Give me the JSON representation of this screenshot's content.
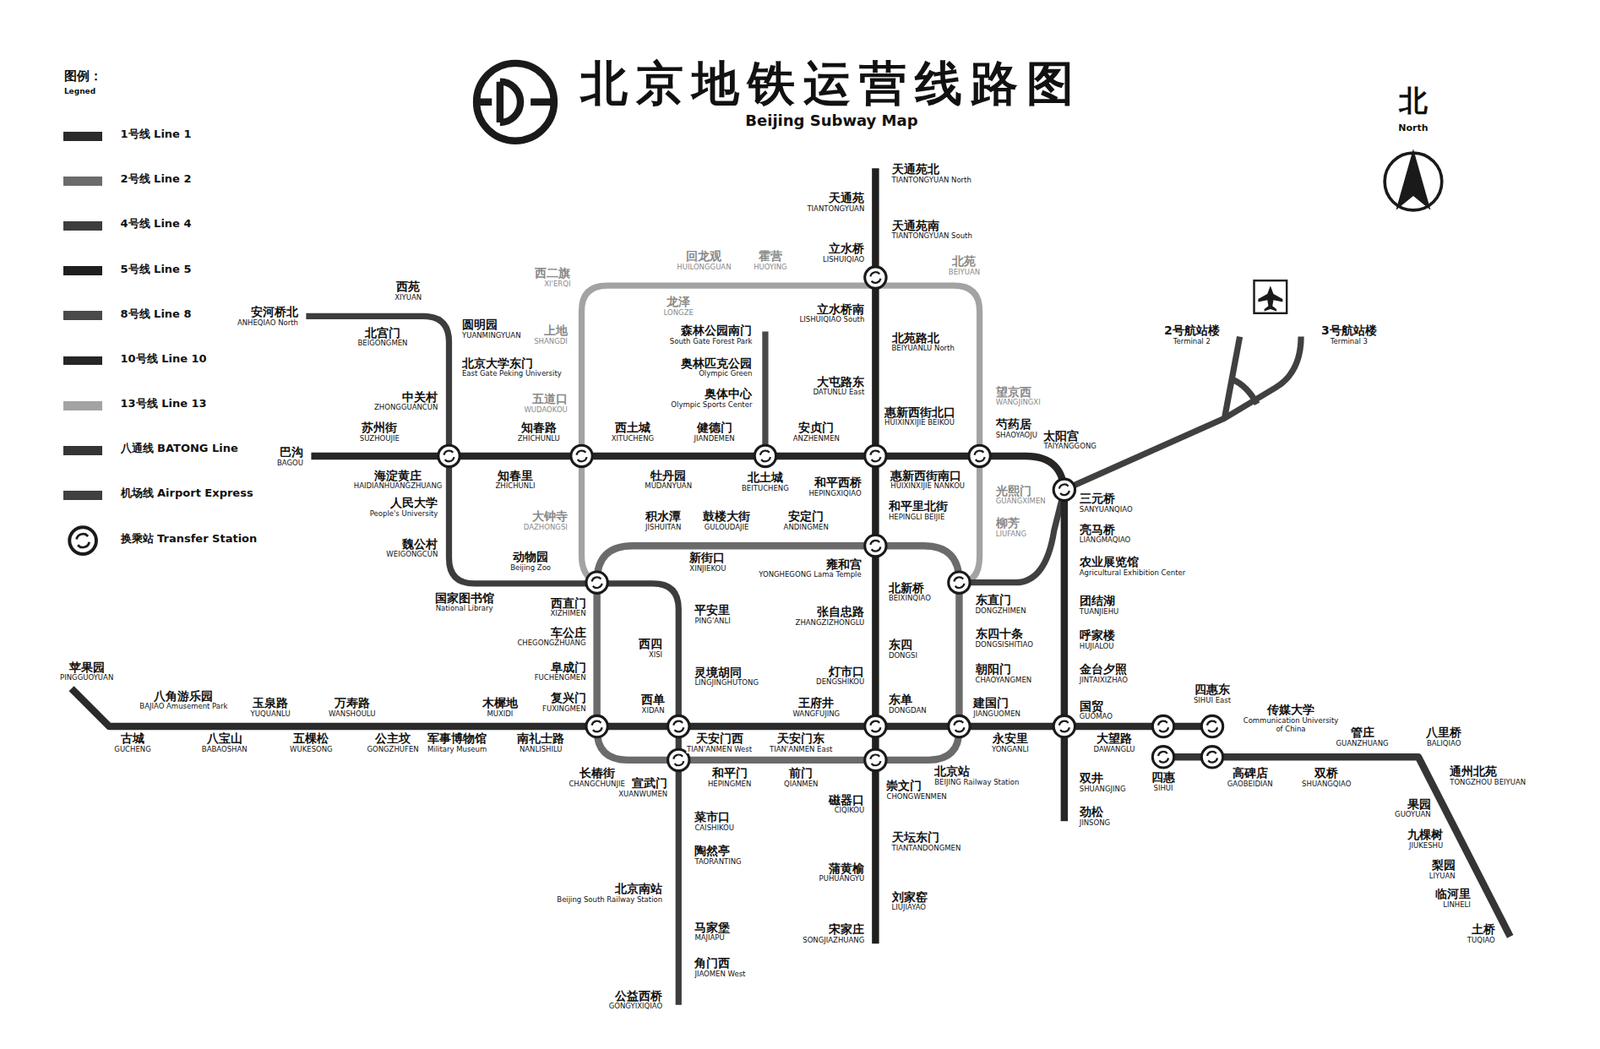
{
  "diagram": {
    "title": "北京地铁运营线路图",
    "labels": [
      "图例：",
      "Legned",
      "Beijing Subway Map",
      "北",
      "North",
      "天通苑北",
      "TIANTONGYUAN North",
      "天通苑",
      "TIANTONGYUAN",
      "天通苑南",
      "TIANTONGYUAN South",
      "立水桥",
      "LISHUIQIAO",
      "立水桥南",
      "LISHUIQIAO South",
      "北苑路北",
      "BEIYUANLU North",
      "大屯路东",
      "DATUNLU East",
      "惠新西街北口",
      "HUIXINXIJIE BEIKOU",
      "惠新西街南口",
      "HUIXINXIJIE NANKOU",
      "和平西桥",
      "HEPINGXIQIAO",
      "和平里北街",
      "HEPINGLI BEIJIE",
      "雍和宫",
      "YONGHEGONG Lama Temple",
      "北新桥",
      "BEIXINQIAO",
      "张自忠路",
      "ZHANGZIZHONGLU",
      "东四",
      "DONGSI",
      "灯市口",
      "DENGSHIKOU",
      "东单",
      "DONGDAN",
      "崇文门",
      "CHONGWENMEN",
      "磁器口",
      "CIQIKOU",
      "天坛东门",
      "TIANTANDONGMEN",
      "蒲黄榆",
      "PUHUANGYU",
      "刘家窑",
      "LIUJIAYAO",
      "宋家庄",
      "SONGJIAZHUANG",
      "积水潭",
      "JISHUITAN",
      "鼓楼大街",
      "GULOUDAJIE",
      "安定门",
      "ANDINGMEN",
      "东直门",
      "DONGZHIMEN",
      "东四十条",
      "DONGSISHITIAO",
      "朝阳门",
      "CHAOYANGMEN",
      "建国门",
      "JIANGUOMEN",
      "北京站",
      "BEIJING Railway Station",
      "前门",
      "QIANMEN",
      "和平门",
      "HEPINGMEN",
      "长椿街",
      "CHANGCHUNJIE",
      "阜成门",
      "FUCHENGMEN",
      "车公庄",
      "CHEGONGZHUANG",
      "西直门",
      "XIZHIMEN",
      "复兴门",
      "FUXINGMEN",
      "苹果园",
      "PINGGUOYUAN",
      "古城",
      "GUCHENG",
      "八角游乐园",
      "BAJIAO Amusement Park",
      "八宝山",
      "BABAOSHAN",
      "玉泉路",
      "YUQUANLU",
      "五棵松",
      "WUKESONG",
      "万寿路",
      "WANSHOULU",
      "公主坟",
      "GONGZHUFEN",
      "军事博物馆",
      "Military Museum",
      "木樨地",
      "MUXIDI",
      "南礼士路",
      "NANLISHILU",
      "西单",
      "XIDAN",
      "天安门西",
      "TIAN'ANMEN West",
      "天安门东",
      "TIAN'ANMEN East",
      "王府井",
      "WANGFUJING",
      "永安里",
      "YONGANLI",
      "国贸",
      "GUOMAO",
      "大望路",
      "DAWANGLU",
      "四惠",
      "SIHUI",
      "四惠东",
      "SIHUI East",
      "传媒大学",
      "Communication University of China",
      "管庄",
      "GUANZHUANG",
      "八里桥",
      "BALIQIAO",
      "高碑店",
      "GAOBEIDIAN",
      "双桥",
      "SHUANGQIAO",
      "通州北苑",
      "TONGZHOU BEIYUAN",
      "果园",
      "GUOYUAN",
      "九棵树",
      "JIUKESHU",
      "梨园",
      "LIYUAN",
      "临河里",
      "LINHELI",
      "土桥",
      "TUQIAO",
      "巴沟",
      "BAGOU",
      "苏州街",
      "SUZHOUJIE",
      "海淀黄庄",
      "HAIDIANHUANGZHUANG",
      "中关村",
      "ZHONGGUANCUN",
      "知春里",
      "ZHICHUNLI",
      "知春路",
      "ZHICHUNLU",
      "西土城",
      "XITUCHENG",
      "牡丹园",
      "MUDANYUAN",
      "健德门",
      "JIANDEMEN",
      "北土城",
      "BEITUCHENG",
      "安贞门",
      "ANZHENMEN",
      "芍药居",
      "SHAOYAOJU",
      "太阳宫",
      "TAIYANGGONG",
      "三元桥",
      "SANYUANQIAO",
      "亮马桥",
      "LIANGMAQIAO",
      "农业展览馆",
      "Agricultural Exhibition Center",
      "团结湖",
      "TUANJIEHU",
      "呼家楼",
      "HUJIALOU",
      "金台夕照",
      "JINTAIXIZHAO",
      "双井",
      "SHUANGJING",
      "劲松",
      "JINSONG",
      "安河桥北",
      "ANHEQIAO North",
      "西苑",
      "XIYUAN",
      "北宫门",
      "BEIGONGMEN",
      "圆明园",
      "YUANMINGYUAN",
      "北京大学东门",
      "East Gate Peking University",
      "人民大学",
      "People's University",
      "魏公村",
      "WEIGONGCUN",
      "国家图书馆",
      "National Library",
      "动物园",
      "Beijing Zoo",
      "新街口",
      "XINJIEKOU",
      "平安里",
      "PING'ANLI",
      "西四",
      "XISI",
      "灵境胡同",
      "LINGJINGHUTONG",
      "菜市口",
      "CAISHIKOU",
      "陶然亭",
      "TAORANTING",
      "北京南站",
      "Beijing South Railway Station",
      "马家堡",
      "MAJIAPU",
      "角门西",
      "JIAOMEN West",
      "公益西桥",
      "GONGYIXIQIAO",
      "宣武门",
      "XUANWUMEN",
      "森林公园南门",
      "South Gate Forest Park",
      "奥林匹克公园",
      "Olympic Green",
      "奥体中心",
      "Olympic Sports Center",
      "大钟寺",
      "DAZHONGSI",
      "五道口",
      "WUDAOKOU",
      "上地",
      "SHANGDI",
      "西二旗",
      "XI'ERQI",
      "龙泽",
      "LONGZE",
      "回龙观",
      "HUILONGGUAN",
      "霍营",
      "HUOYING",
      "北苑",
      "BEIYUAN",
      "望京西",
      "WANGJINGXI",
      "光熙门",
      "GUANGXIMEN",
      "柳芳",
      "LIUFANG",
      "2号航站楼",
      "Terminal 2",
      "3号航站楼",
      "Terminal 3"
    ],
    "legend": [
      {
        "text": "1号线 Line 1",
        "color": "#2b2b2b"
      },
      {
        "text": "2号线 Line 2",
        "color": "#6b6b6b"
      },
      {
        "text": "4号线 Line 4",
        "color": "#3d3d3d"
      },
      {
        "text": "5号线 Line 5",
        "color": "#1f1f1f"
      },
      {
        "text": "8号线 Line 8",
        "color": "#4a4a4a"
      },
      {
        "text": "10号线 Line 10",
        "color": "#262626"
      },
      {
        "text": "13号线 Line 13",
        "color": "#a3a3a3"
      },
      {
        "text": "八通线 BATONG Line",
        "color": "#353535"
      },
      {
        "text": "机场线 Airport Express",
        "color": "#404040"
      },
      {
        "text": "换乘站 Transfer Station"
      }
    ]
  }
}
